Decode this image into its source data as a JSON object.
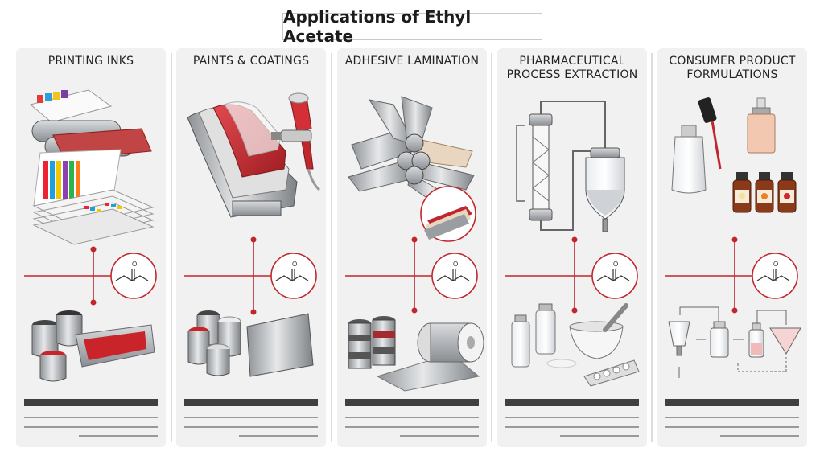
{
  "title": "Applications of Ethyl Acetate",
  "panels": [
    {
      "title": "PRINTING INKS",
      "icon": "printing-press-icon"
    },
    {
      "title": "PAINTS & COATINGS",
      "icon": "spray-gun-icon"
    },
    {
      "title": "ADHESIVE LAMINATION",
      "icon": "laminator-rollers-icon"
    },
    {
      "title": "PHARMACEUTICAL\nPROCESS EXTRACTION",
      "icon": "extraction-column-icon"
    },
    {
      "title": "CONSUMER PRODUCT\nFORMULATIONS",
      "icon": "cosmetics-bottles-icon"
    }
  ],
  "colors": {
    "accent_red": "#c0272d",
    "panel_bg": "#f1f1f1",
    "dark_bar": "#3f3f3f",
    "metal": "#b9bcc0"
  },
  "molecule": {
    "atom_label": "O",
    "icon": "ethyl-acetate-structure-icon"
  }
}
